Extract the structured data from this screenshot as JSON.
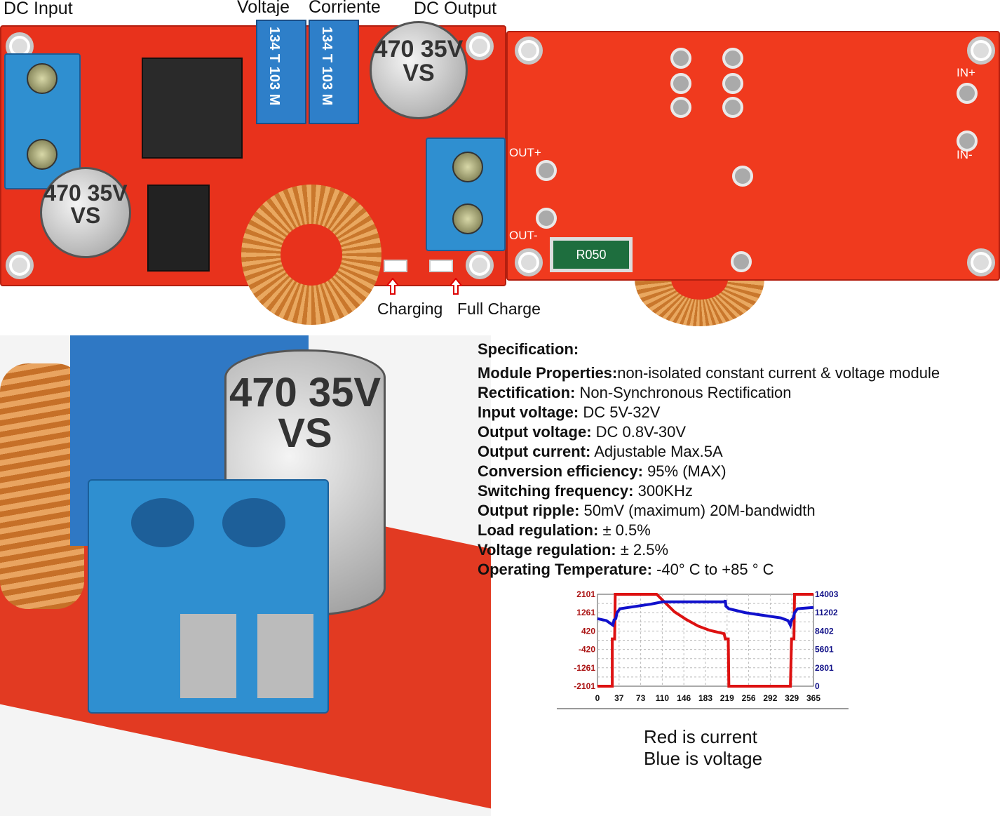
{
  "labels": {
    "dc_input": "DC Input",
    "voltage": "Voltaje",
    "current": "Corriente",
    "dc_output": "DC Output",
    "charging": "Charging",
    "full_charge": "Full Charge"
  },
  "board_marks": {
    "cap1": "470 35V VS",
    "cap2": "470 35V VS",
    "cap3": "470 35V VS",
    "pot1": "134 T 103 M",
    "pot2": "134 T 103 M",
    "resistor": "R050",
    "in_plus": "IN+",
    "in_minus": "IN-",
    "out_plus": "OUT+",
    "out_minus": "OUT-"
  },
  "spec": {
    "title": "Specification:",
    "items": [
      {
        "k": "Module Properties:",
        "v": "non-isolated constant current & voltage module"
      },
      {
        "k": "Rectification:",
        "v": " Non-Synchronous Rectification"
      },
      {
        "k": "Input voltage:",
        "v": " DC 5V-32V"
      },
      {
        "k": "Output voltage:",
        "v": " DC 0.8V-30V"
      },
      {
        "k": "Output current:",
        "v": " Adjustable Max.5A"
      },
      {
        "k": "Conversion efficiency:",
        "v": " 95% (MAX)"
      },
      {
        "k": "Switching frequency:",
        "v": " 300KHz"
      },
      {
        "k": "Output ripple:",
        "v": " 50mV (maximum) 20M-bandwidth"
      },
      {
        "k": "Load regulation:",
        "v": " ± 0.5%"
      },
      {
        "k": "Voltage regulation:",
        "v": " ± 2.5%"
      },
      {
        "k": "Operating Temperature:",
        "v": " -40° C to +85 ° C"
      }
    ]
  },
  "chart_data": {
    "type": "line",
    "xlim": [
      0,
      365
    ],
    "x_ticks": [
      "0",
      "37",
      "73",
      "110",
      "146",
      "183",
      "219",
      "256",
      "292",
      "329",
      "365"
    ],
    "y_left_ticks": [
      "2101",
      "1261",
      "420",
      "-420",
      "-1261",
      "-2101"
    ],
    "y_left_range": [
      -2101,
      2101
    ],
    "y_right_ticks": [
      "14003",
      "11202",
      "8402",
      "5601",
      "2801",
      "0"
    ],
    "y_right_range": [
      0,
      14003
    ],
    "grid": true,
    "colors": {
      "current": "#dd1111",
      "voltage": "#1111cc",
      "left_axis": "#aa1111",
      "right_axis": "#111188"
    },
    "series": [
      {
        "name": "current",
        "axis": "left",
        "points": [
          [
            0,
            -2101
          ],
          [
            25,
            -2101
          ],
          [
            25,
            60
          ],
          [
            29,
            60
          ],
          [
            30,
            2101
          ],
          [
            100,
            2101
          ],
          [
            115,
            1700
          ],
          [
            130,
            1300
          ],
          [
            150,
            950
          ],
          [
            170,
            650
          ],
          [
            190,
            450
          ],
          [
            214,
            300
          ],
          [
            216,
            60
          ],
          [
            221,
            60
          ],
          [
            222,
            -2101
          ],
          [
            326,
            -2101
          ],
          [
            328,
            60
          ],
          [
            332,
            60
          ],
          [
            333,
            2101
          ],
          [
            365,
            2101
          ]
        ]
      },
      {
        "name": "voltage",
        "axis": "right",
        "points": [
          [
            0,
            10280
          ],
          [
            15,
            10000
          ],
          [
            26,
            9300
          ],
          [
            28,
            10100
          ],
          [
            31,
            10300
          ],
          [
            33,
            11200
          ],
          [
            38,
            11800
          ],
          [
            60,
            12100
          ],
          [
            90,
            12500
          ],
          [
            110,
            12850
          ],
          [
            215,
            12850
          ],
          [
            216,
            13100
          ],
          [
            217,
            12200
          ],
          [
            222,
            11800
          ],
          [
            250,
            11200
          ],
          [
            280,
            10800
          ],
          [
            310,
            10400
          ],
          [
            322,
            10000
          ],
          [
            326,
            9300
          ],
          [
            328,
            10100
          ],
          [
            331,
            10400
          ],
          [
            333,
            11200
          ],
          [
            338,
            11800
          ],
          [
            365,
            12000
          ]
        ]
      }
    ]
  },
  "legend": {
    "line1": "Red is current",
    "line2": "Blue is voltage"
  }
}
